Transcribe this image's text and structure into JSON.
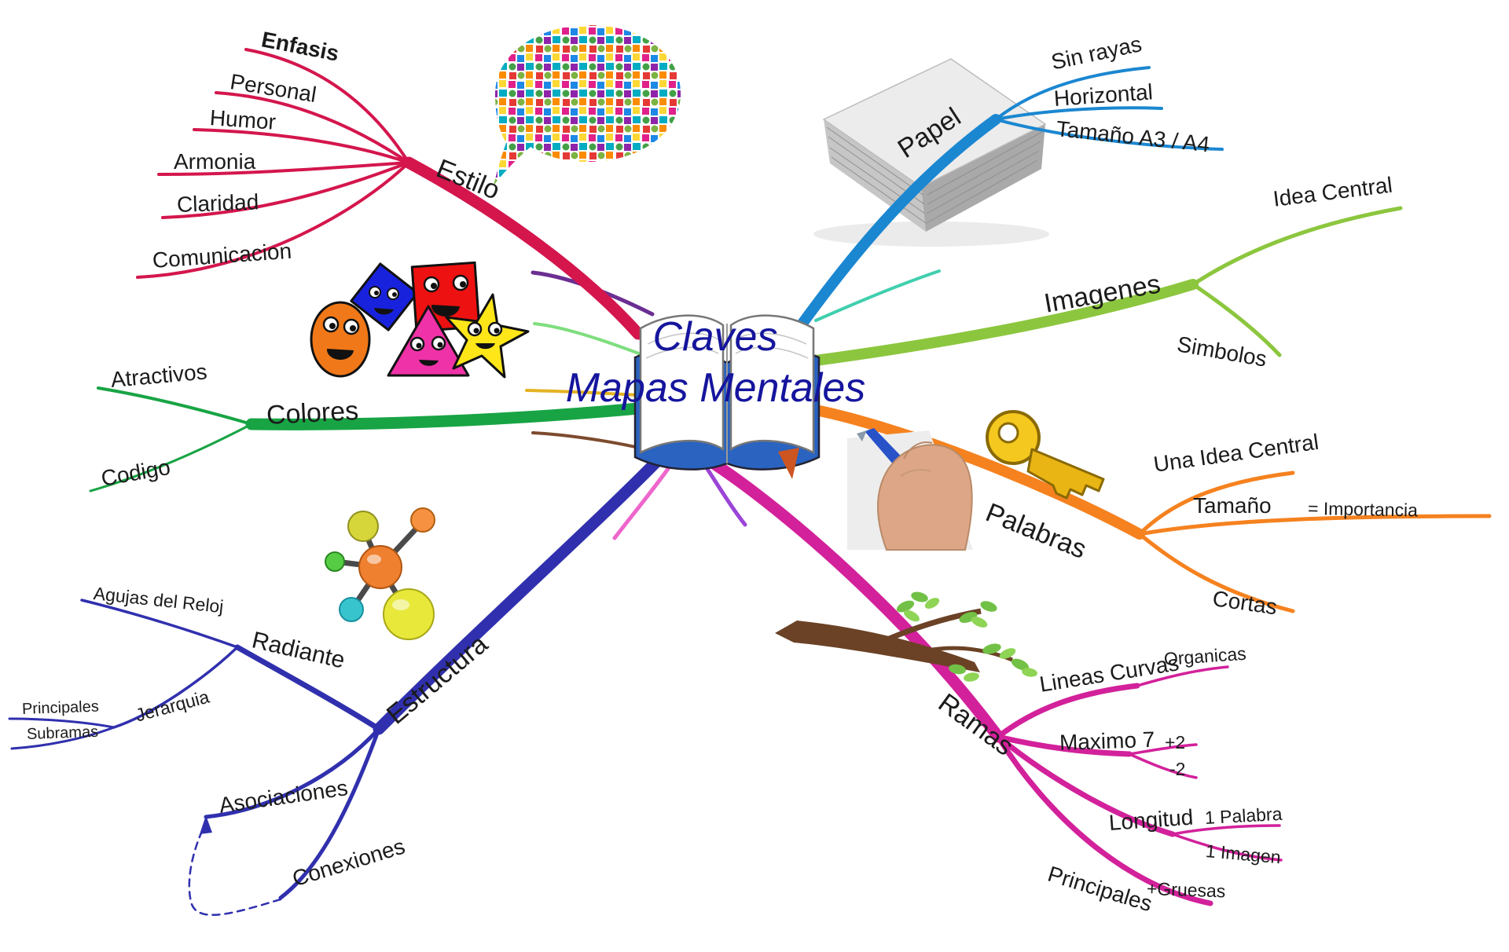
{
  "title": {
    "line1": "Claves",
    "line2": "Mapas Mentales"
  },
  "palette": {
    "estilo": "#d4164d",
    "papel": "#1b87d1",
    "imagenes": "#8cc63e",
    "palabras": "#f5821f",
    "ramas": "#d2219b",
    "estructura": "#3030ae",
    "colores": "#18a444",
    "title_text": "#15159d",
    "label_text": "#1b1b1b"
  },
  "branches": {
    "estilo": {
      "label": "Estilo",
      "items": {
        "enfasis": "Enfasis",
        "personal": "Personal",
        "humor": "Humor",
        "armonia": "Armonia",
        "claridad": "Claridad",
        "comunicacion": "Comunicacion"
      }
    },
    "papel": {
      "label": "Papel",
      "items": {
        "sin_rayas": "Sin rayas",
        "horizontal": "Horizontal",
        "tamano_a3_a4": "Tamaño A3 / A4"
      }
    },
    "imagenes": {
      "label": "Imagenes",
      "items": {
        "idea_central": "Idea Central",
        "simbolos": "Simbolos"
      }
    },
    "palabras": {
      "label": "Palabras",
      "items": {
        "una_idea_central": "Una Idea Central",
        "tamano": "Tamaño",
        "importancia": "= Importancia",
        "cortas": "Cortas"
      }
    },
    "ramas": {
      "label": "Ramas",
      "items": {
        "lineas_curvas": "Lineas Curvas",
        "organicas": "Organicas",
        "maximo_7": "Maximo 7",
        "mas_2": "+2",
        "menos_2": "-2",
        "longitud": "Longitud",
        "una_palabra": "1 Palabra",
        "una_imagen": "1 Imagen",
        "principales": "Principales",
        "gruesas": "+Gruesas"
      }
    },
    "estructura": {
      "label": "Estructura",
      "items": {
        "radiante": "Radiante",
        "agujas_del_reloj": "Agujas del Reloj",
        "jerarquia": "Jerarquia",
        "principales": "Principales",
        "subramas": "Subramas",
        "asociaciones": "Asociaciones",
        "conexiones": "Conexiones"
      }
    },
    "colores": {
      "label": "Colores",
      "items": {
        "atractivos": "Atractivos",
        "codigo": "Codigo"
      }
    }
  },
  "images": {
    "center_book": "open-book",
    "estilo_bubble": "icon-collage-speech-bubble",
    "papel_stack": "paper-stack",
    "colores_shapes": "smiling-color-shapes",
    "palabras_key": "gold-key",
    "palabras_hand": "hand-writing-with-pen",
    "estructura_molecule": "molecule-model",
    "ramas_branch": "tree-branch-with-leaves"
  }
}
